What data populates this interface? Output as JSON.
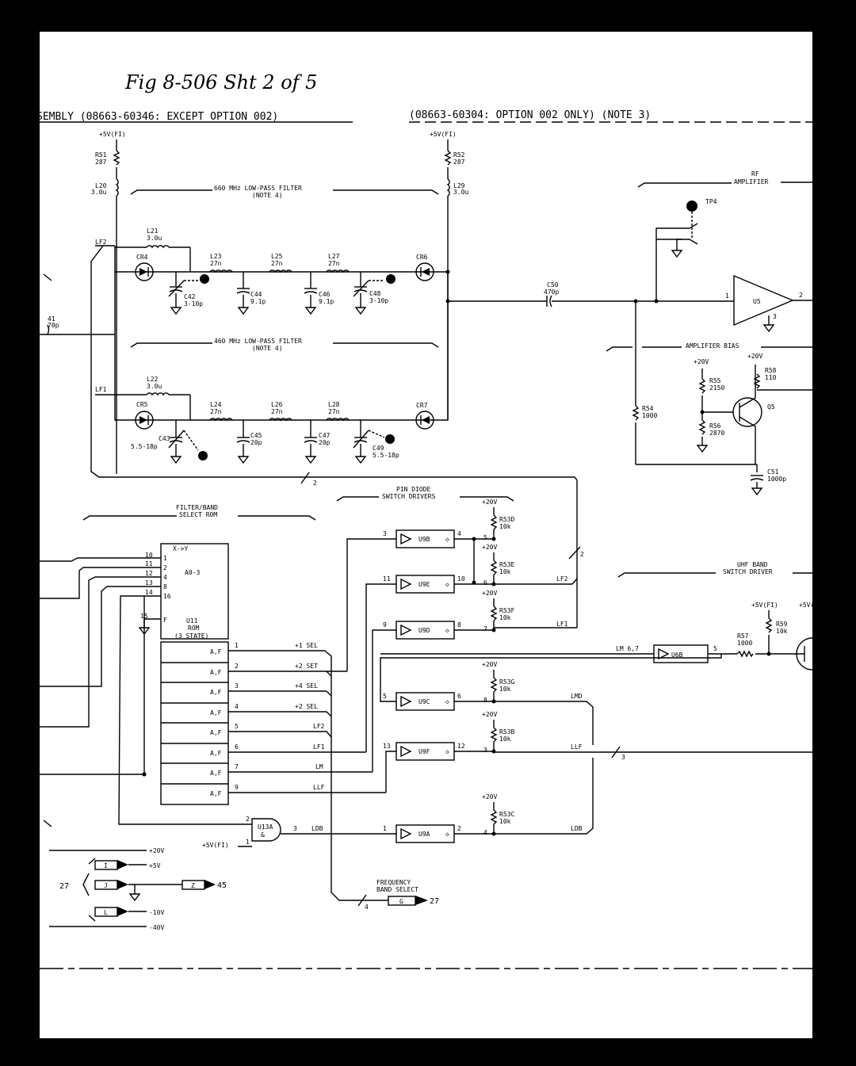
{
  "handwritten_note": "Fig 8-506 Sht 2 of 5",
  "header": {
    "left": "SEMBLY (08663-60346: EXCEPT OPTION 002)",
    "right": "(08663-60304: OPTION 002 ONLY) (NOTE 3)"
  },
  "blocks": {
    "lpf660": "660 MHz LOW-PASS FILTER",
    "lpf460": "460 MHz LOW-PASS FILTER",
    "note4": "(NOTE 4)",
    "rf_amp": [
      "RF",
      "AMPLIFIER"
    ],
    "amp_bias": "AMPLIFIER BIAS",
    "filter_rom": [
      "FILTER/BAND",
      "SELECT ROM"
    ],
    "pin_drivers": [
      "PIN DIODE",
      "SWITCH DRIVERS"
    ],
    "uhf_driver": [
      "UHF BAND",
      "SWITCH DRIVER"
    ],
    "freq_band": [
      "FREQUENCY",
      "BAND SELECT"
    ]
  },
  "supplies": {
    "p5v_fi": "+5V(FI)",
    "p20v": "+20V",
    "p5v": "+5V",
    "m10v": "-10V",
    "m40v": "-40V"
  },
  "components": {
    "R51": [
      "R51",
      "287"
    ],
    "R52": [
      "R52",
      "287"
    ],
    "L20": [
      "L20",
      "3.0u"
    ],
    "L29": [
      "L29",
      "3.0u"
    ],
    "L21": [
      "L21",
      "3.0u"
    ],
    "L22": [
      "L22",
      "3.0u"
    ],
    "L23": [
      "L23",
      "27n"
    ],
    "L25": [
      "L25",
      "27n"
    ],
    "L27": [
      "L27",
      "27n"
    ],
    "L24": [
      "L24",
      "27n"
    ],
    "L26": [
      "L26",
      "27n"
    ],
    "L28": [
      "L28",
      "27n"
    ],
    "C42": [
      "C42",
      "3-10p"
    ],
    "C44": [
      "C44",
      "9.1p"
    ],
    "C46": [
      "C46",
      "9.1p"
    ],
    "C48": [
      "C48",
      "3-10p"
    ],
    "C43": [
      "C43",
      "5.5-18p"
    ],
    "C45": [
      "C45",
      "20p"
    ],
    "C47": [
      "C47",
      "20p"
    ],
    "C49": [
      "C49",
      "5.5-18p"
    ],
    "C50": [
      "C50",
      "470p"
    ],
    "C51": [
      "C51",
      "1000p"
    ],
    "CR4": "CR4",
    "CR5": "CR5",
    "CR6": "CR6",
    "CR7": "CR7",
    "R54": [
      "R54",
      "1000"
    ],
    "R55": [
      "R55",
      "2150"
    ],
    "R56": [
      "R56",
      "2870"
    ],
    "R58": [
      "R58",
      "110"
    ],
    "R57": [
      "R57",
      "1000"
    ],
    "R59": [
      "R59",
      "10k"
    ],
    "R53D": [
      "R53D",
      "10k"
    ],
    "R53E": [
      "R53E",
      "10k"
    ],
    "R53F": [
      "R53F",
      "10k"
    ],
    "R53G": [
      "R53G",
      "10k"
    ],
    "R53B": [
      "R53B",
      "10k"
    ],
    "R53C": [
      "R53C",
      "10k"
    ],
    "TP4": "TP4",
    "U5": "U5",
    "Q5": "Q5"
  },
  "nets": {
    "LF2": "LF2",
    "LF1": "LF1",
    "LMD": "LMD",
    "LLF": "LLF",
    "LDB": "LDB",
    "LM67": "LM 6,7"
  },
  "rom": {
    "dec": "X->Y",
    "a0": "A0-3",
    "name": [
      "U11",
      "ROM",
      "(3 STATE)"
    ],
    "in_pins": [
      "10",
      "11",
      "12",
      "13",
      "14",
      "15"
    ],
    "in_weights": [
      "1",
      "2",
      "4",
      "8",
      "16",
      "F"
    ],
    "out_label": "A,F",
    "out_pins": [
      "1",
      "2",
      "3",
      "4",
      "5",
      "6",
      "7",
      "9"
    ],
    "out_sigs": [
      "+1 SEL",
      "+2 SET",
      "+4 SEL",
      "+2 SEL",
      "LF2",
      "LF1",
      "LM",
      "LLF"
    ]
  },
  "drivers": [
    {
      "name": "U9B",
      "in": "3",
      "out": "4",
      "load": "5"
    },
    {
      "name": "U9E",
      "in": "11",
      "out": "10",
      "load": "6"
    },
    {
      "name": "U9D",
      "in": "9",
      "out": "8",
      "load": "7"
    },
    {
      "name": "U9C",
      "in": "5",
      "out": "6",
      "load": "8"
    },
    {
      "name": "U9F",
      "in": "13",
      "out": "12",
      "load": "3"
    },
    {
      "name": "U9A",
      "in": "1",
      "out": "2",
      "load": "4"
    },
    {
      "name": "U6B",
      "in": "",
      "out": "5",
      "load": ""
    }
  ],
  "gate": {
    "name": "U13A",
    "sym": "&",
    "pins": [
      "2",
      "1",
      "3"
    ]
  },
  "connectors": {
    "I": "I",
    "J": "J",
    "L": "L",
    "Z": "Z",
    "G": "G",
    "ref27": "27",
    "ref45": "45",
    "bus2": "2",
    "bus3": "3",
    "bus4": "4"
  },
  "edge": {
    "c41": "41",
    "c41v": "70p"
  }
}
